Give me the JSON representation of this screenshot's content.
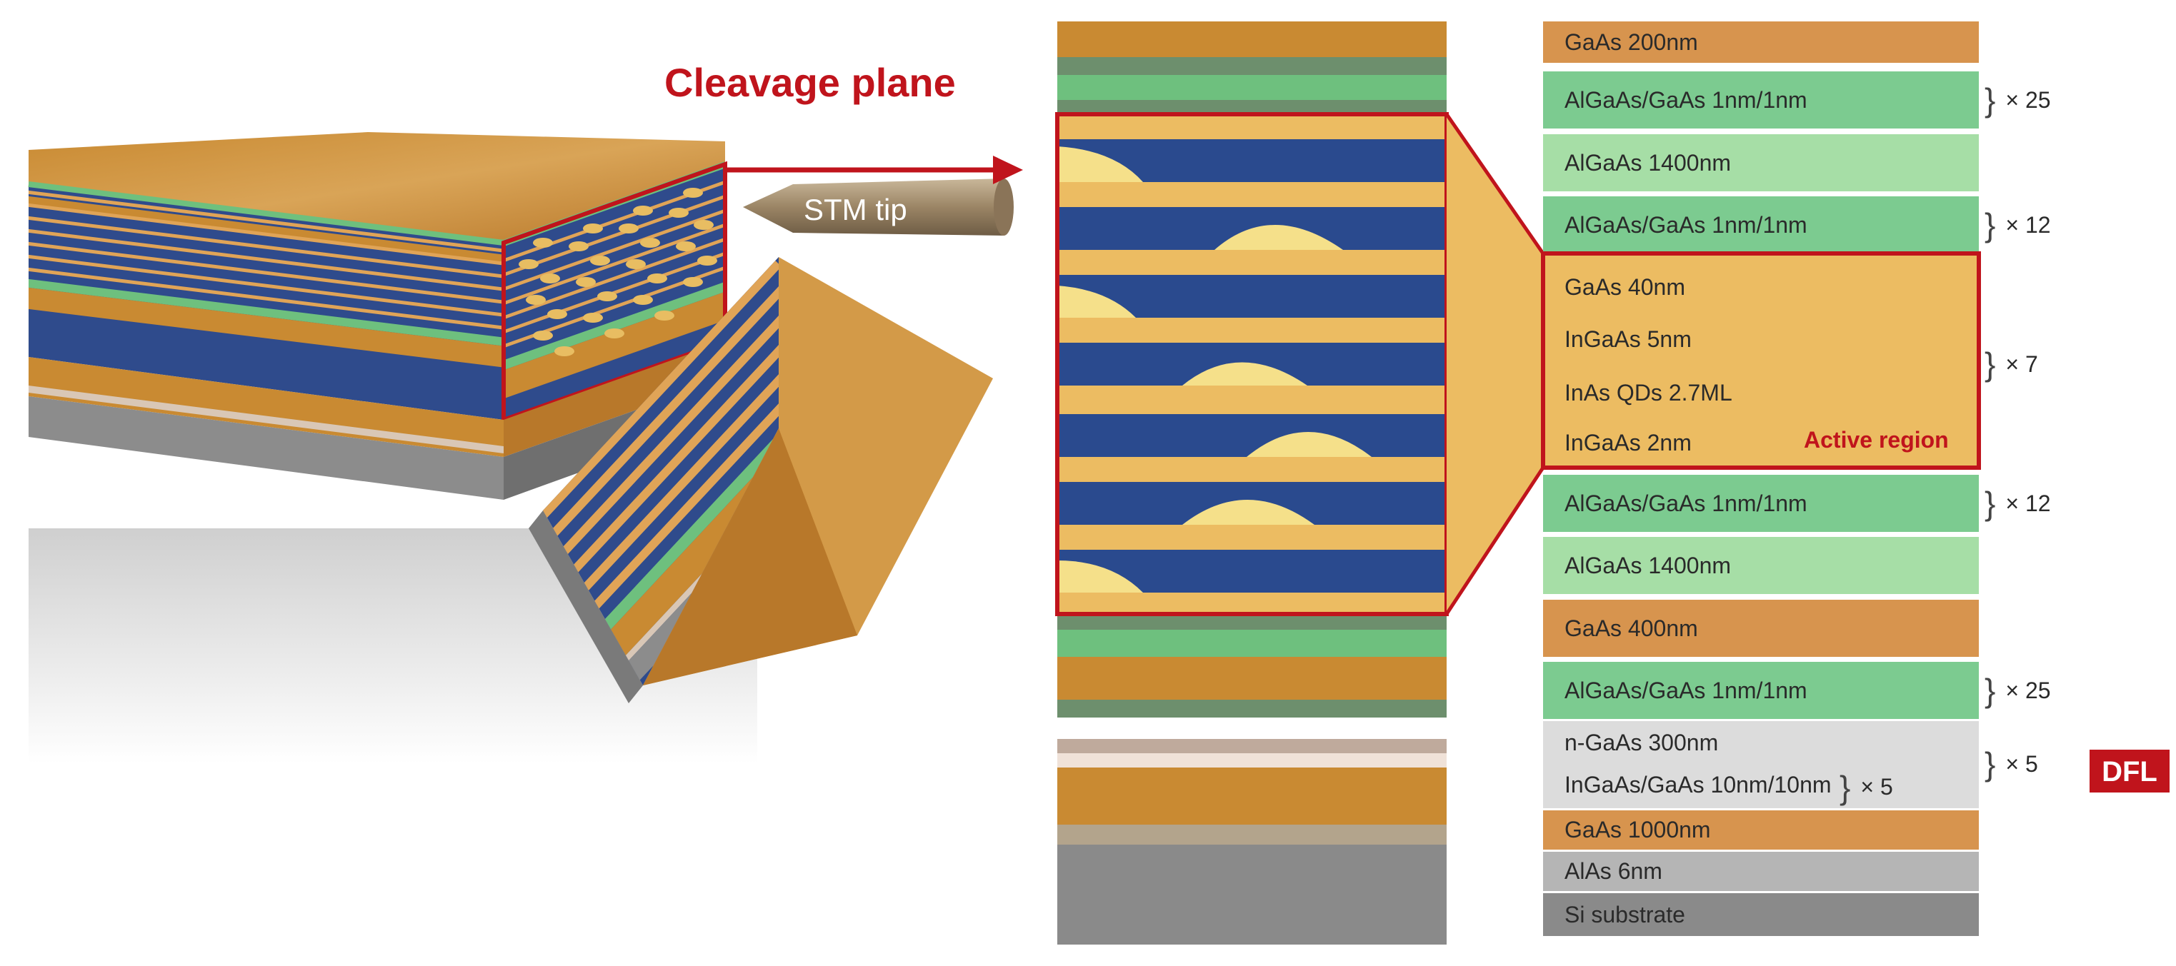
{
  "figure": {
    "cleavage_label": "Cleavage plane",
    "stm_label": "STM tip",
    "active_region_label": "Active region",
    "dfl_label": "DFL",
    "colors": {
      "gaas": "#d7944e",
      "algaas_sl": "#7ccb90",
      "algaas": "#a6dea6",
      "active": "#ecbc62",
      "qd": "#f5e08a",
      "blue": "#2a4a8e",
      "red": "#c0141c",
      "dfl_grey": "#dcdcdc",
      "alas": "#b5b5b5",
      "si": "#8a8a8a"
    }
  },
  "layers": [
    {
      "label": "GaAs 200nm",
      "repeat": ""
    },
    {
      "label": "AlGaAs/GaAs 1nm/1nm",
      "repeat": "× 25"
    },
    {
      "label": "AlGaAs 1400nm",
      "repeat": ""
    },
    {
      "label": "AlGaAs/GaAs 1nm/1nm",
      "repeat": "× 12"
    },
    {
      "label": "GaAs 40nm",
      "repeat": "× 7"
    },
    {
      "label": "InGaAs 5nm",
      "repeat": ""
    },
    {
      "label": "InAs QDs 2.7ML",
      "repeat": ""
    },
    {
      "label": "InGaAs 2nm",
      "repeat": ""
    },
    {
      "label": "AlGaAs/GaAs 1nm/1nm",
      "repeat": "× 12"
    },
    {
      "label": "AlGaAs 1400nm",
      "repeat": ""
    },
    {
      "label": "GaAs 400nm",
      "repeat": ""
    },
    {
      "label": "AlGaAs/GaAs 1nm/1nm",
      "repeat": "× 25"
    },
    {
      "label": "n-GaAs 300nm",
      "repeat": "× 5"
    },
    {
      "label": "InGaAs/GaAs 10nm/10nm",
      "repeat": "× 5"
    },
    {
      "label": "GaAs 1000nm",
      "repeat": ""
    },
    {
      "label": "AlAs 6nm",
      "repeat": ""
    },
    {
      "label": "Si substrate",
      "repeat": ""
    }
  ]
}
